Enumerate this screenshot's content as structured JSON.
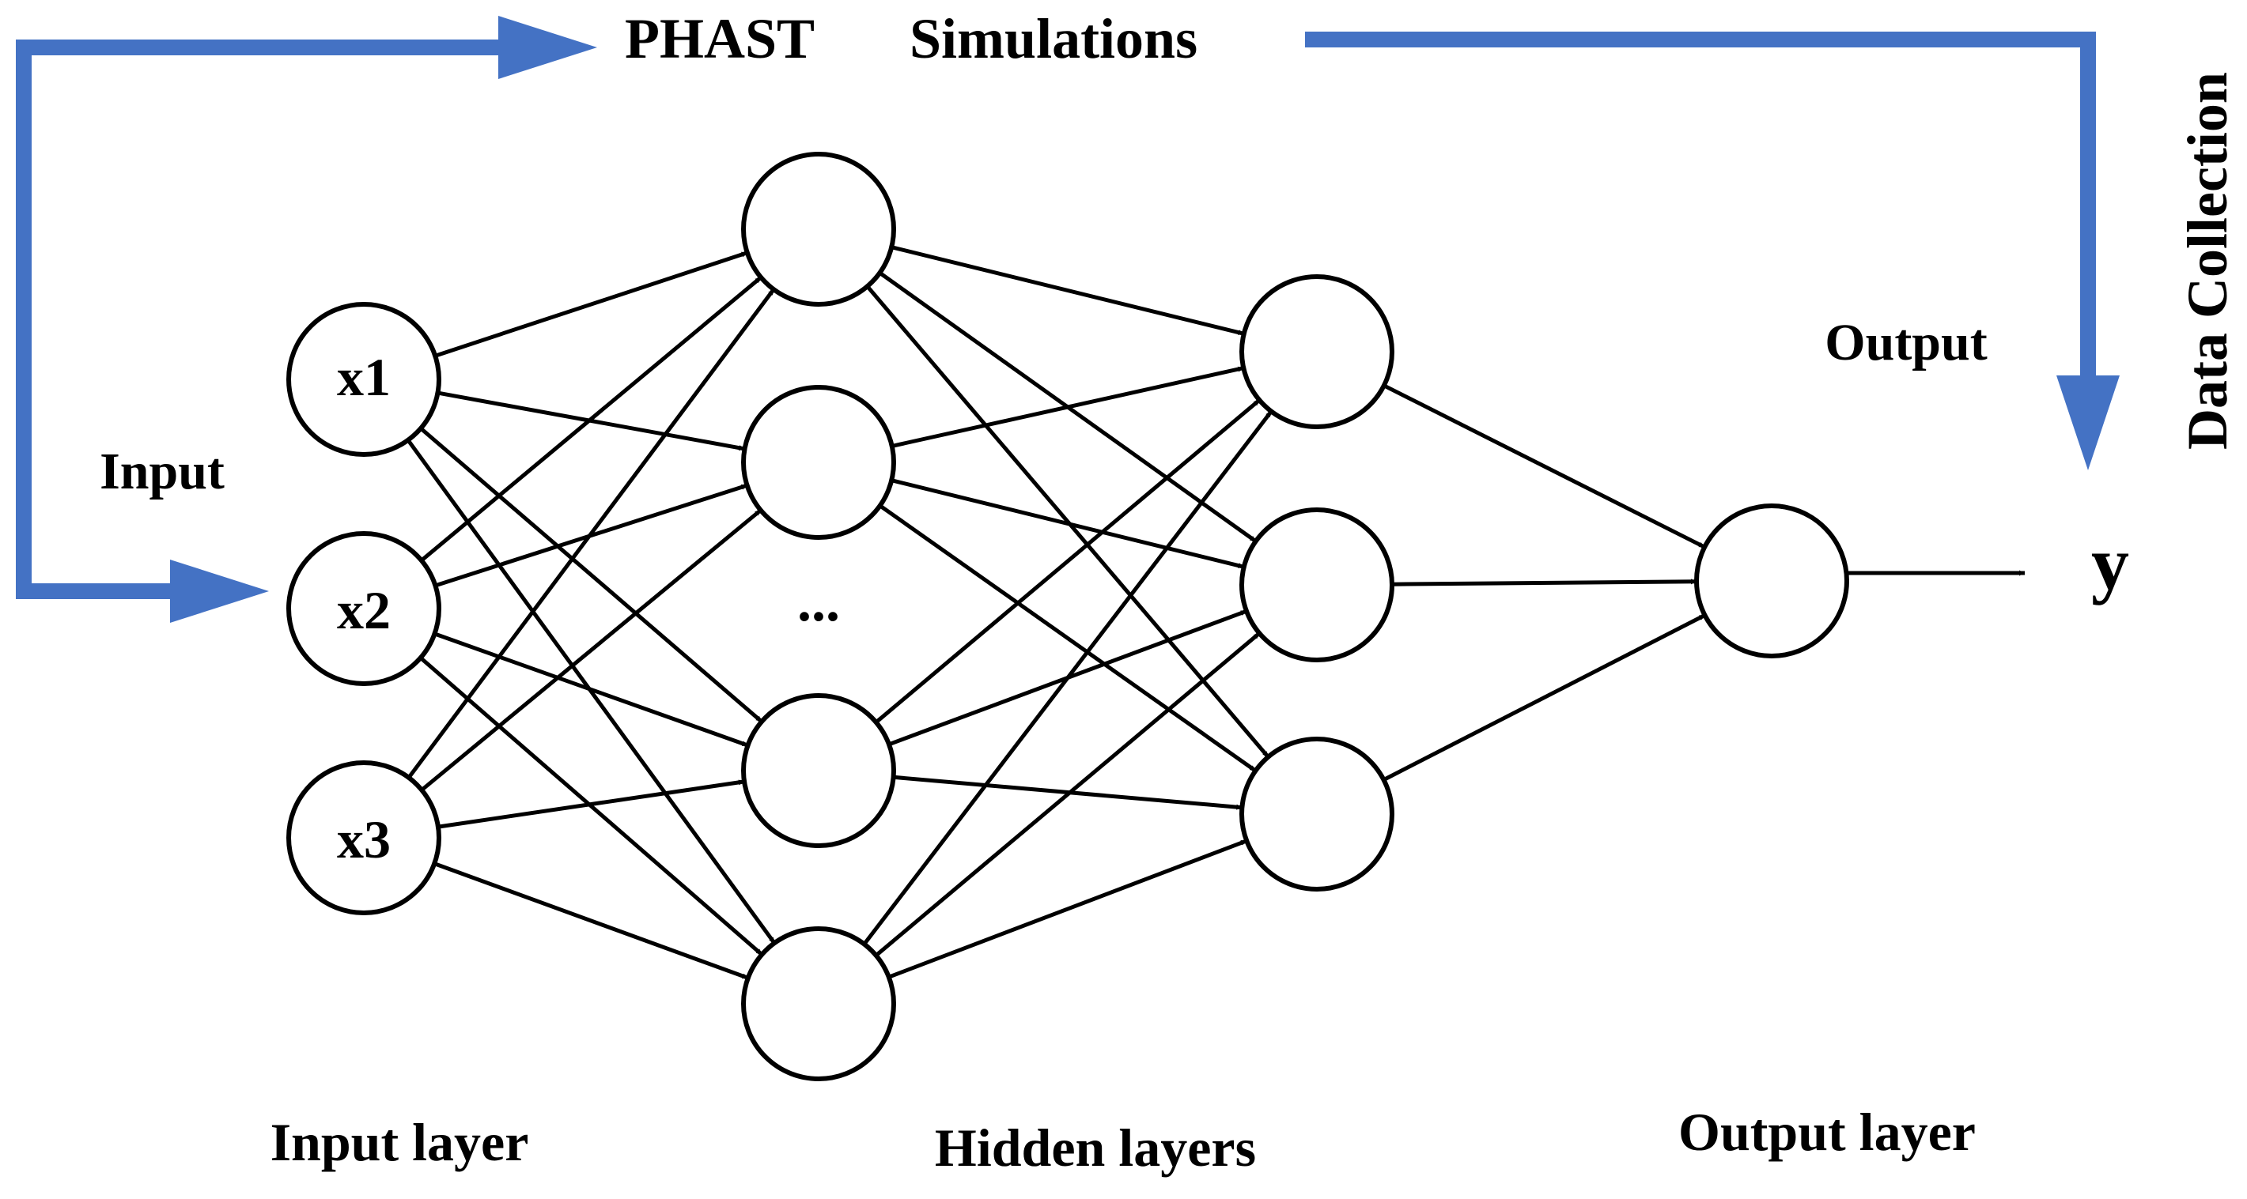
{
  "colors": {
    "flow_arrow": "#4472C4",
    "edges": "#000000",
    "nodes_fill": "#ffffff"
  },
  "flow": {
    "title_left": "PHAST",
    "title_right": "Simulations",
    "side_label": "Data Collection",
    "input_label": "Input",
    "output_label": "Output"
  },
  "network": {
    "input_nodes": [
      "x1",
      "x2",
      "x3"
    ],
    "hidden_layer_1_nodes": 4,
    "hidden_layer_1_ellipsis": "...",
    "hidden_layer_2_nodes": 3,
    "output_nodes": 1,
    "output_symbol": "y"
  },
  "layers": {
    "input": "Input layer",
    "hidden": "Hidden layers",
    "output": "Output layer"
  }
}
